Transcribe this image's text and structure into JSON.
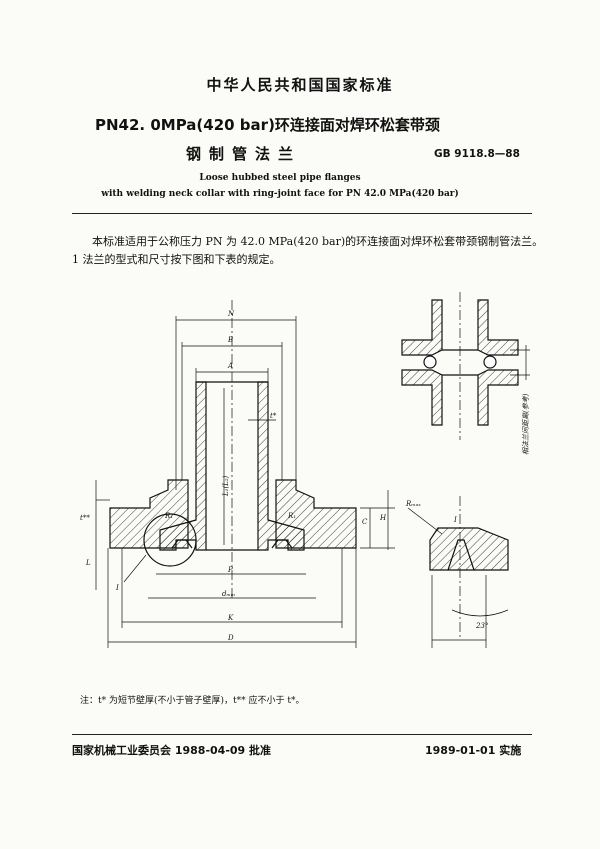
{
  "header": {
    "standard_name": "中华人民共和国国家标准",
    "title_line1": "PN42. 0MPa(420 bar)环连接面对焊环松套带颈",
    "title_line2": "钢制管法兰",
    "standard_code": "GB 9118.8—88"
  },
  "english_title": {
    "line1": "Loose hubbed steel pipe flanges",
    "line2": "with welding neck collar with ring-joint face for PN 42.0 MPa(420 bar)"
  },
  "body": {
    "paragraph1": "本标准适用于公称压力 PN 为 42.0 MPa(420 bar)的环连接面对焊环松套带颈钢制管法兰。",
    "item1": "1  法兰的型式和尺寸按下图和下表的规定。"
  },
  "drawing_labels": {
    "N": "N",
    "B": "B",
    "A": "A",
    "t_star": "t*",
    "L1": "L₁(L₂)",
    "R1": "R₁",
    "R1_right": "R₁",
    "t_double_star": "t**",
    "C": "C",
    "H": "H",
    "L": "L",
    "P": "P",
    "dmin": "dₘᵢₙ",
    "K": "K",
    "D": "D",
    "detail": "Ⅰ",
    "Rmax": "Rₘₐₓ",
    "detail_I": "Ⅰ",
    "angle": "23°",
    "side_label": "相法兰间距离(参考)"
  },
  "note": "注：t* 为短节壁厚(不小于管子壁厚)，t** 应不小于 t*。",
  "footer": {
    "approval": "国家机械工业委员会 1988-04-09 批准",
    "implementation": "1989-01-01 实施"
  }
}
